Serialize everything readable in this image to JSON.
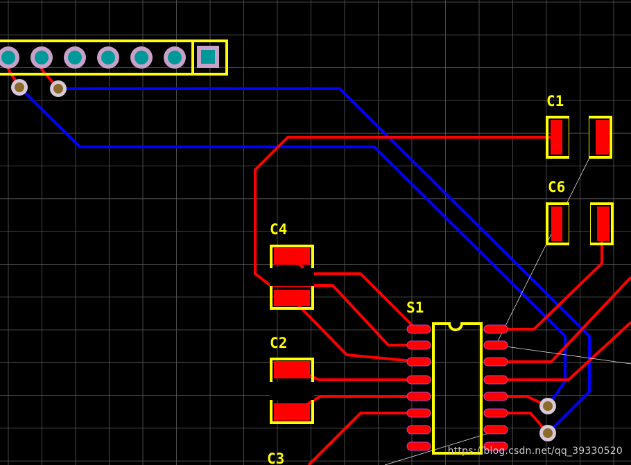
{
  "colors": {
    "background": "#000000",
    "grid": "#5a5a5a",
    "top_copper": "#ff0000",
    "bottom_copper": "#0000ff",
    "silkscreen": "#ffff00",
    "pad_ring": "#c8a0c8",
    "via_ring": "#d8c8d8",
    "via_hole": "#8b6b2a",
    "header_hole": "#009999",
    "pad_outline": "#c040c0"
  },
  "designators": {
    "c1": "C1",
    "c6": "C6",
    "c4": "C4",
    "s1": "S1",
    "c2": "C2",
    "c3": "C3"
  },
  "watermark": "https://blog.csdn.net/qq_39330520"
}
